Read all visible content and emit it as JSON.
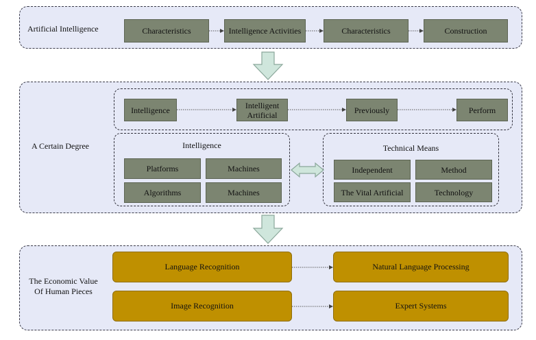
{
  "section1": {
    "label": "Artificial Intelligence",
    "boxes": [
      "Characteristics",
      "Intelligence Activities",
      "Characteristics",
      "Construction"
    ]
  },
  "section2": {
    "label": "A Certain Degree",
    "top_flow": [
      "Intelligence",
      "Intelligent Artificial",
      "Previously",
      "Perform"
    ],
    "group_left": {
      "title": "Intelligence",
      "items": [
        "Platforms",
        "Machines",
        "Algorithms",
        "Machines"
      ]
    },
    "group_right": {
      "title": "Technical Means",
      "items": [
        "Independent",
        "Method",
        "The Vital Artificial",
        "Technology"
      ]
    }
  },
  "section3": {
    "label": "The Economic Value Of Human Pieces",
    "rows": [
      [
        "Language Recognition",
        "Natural Language Processing"
      ],
      [
        "Image Recognition",
        "Expert Systems"
      ]
    ]
  },
  "colors": {
    "panel_fill": "#e6e9f7",
    "gray_box": "#7c8571",
    "gold_box": "#bf9000",
    "arrow_fill": "#cfe6dc",
    "arrow_stroke": "#8aa79a"
  }
}
